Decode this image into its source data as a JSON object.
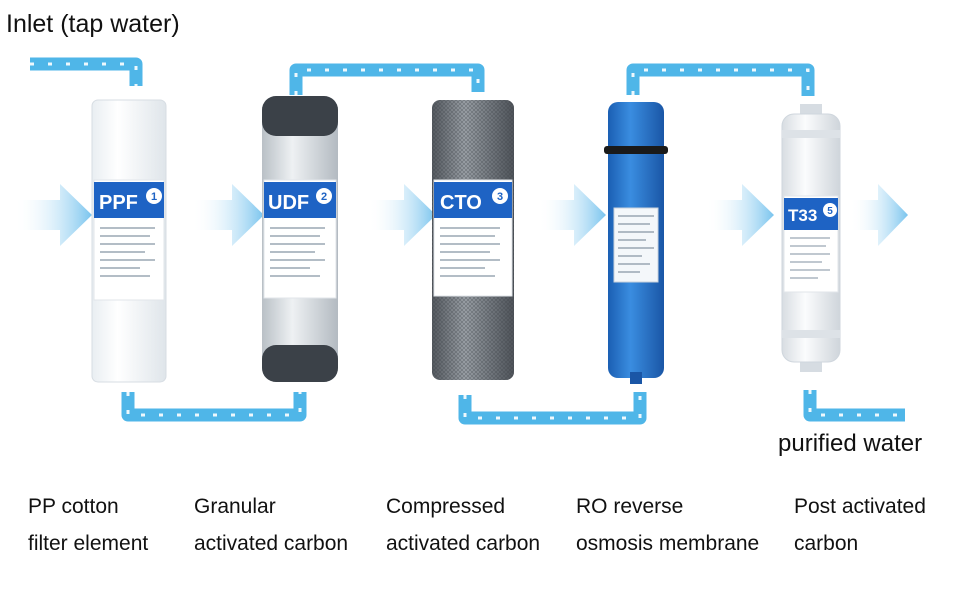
{
  "inlet_label": "Inlet (tap water)",
  "outlet_label": "purified water",
  "filters": [
    {
      "badge": "PPF",
      "number": "1",
      "caption_line1": "PP cotton",
      "caption_line2": "filter element"
    },
    {
      "badge": "UDF",
      "number": "2",
      "caption_line1": "Granular",
      "caption_line2": "activated carbon"
    },
    {
      "badge": "CTO",
      "number": "3",
      "caption_line1": "Compressed",
      "caption_line2": "activated carbon"
    },
    {
      "badge": "",
      "number": "",
      "caption_line1": "RO reverse",
      "caption_line2": "osmosis membrane"
    },
    {
      "badge": "T33",
      "number": "5",
      "caption_line1": "Post activated",
      "caption_line2": "carbon"
    }
  ],
  "colors": {
    "pipe": "#4fb6e8",
    "flow_arrow": "#7cc6ee",
    "badge": "#1e63c4",
    "ro_membrane": "#2a73c9"
  }
}
